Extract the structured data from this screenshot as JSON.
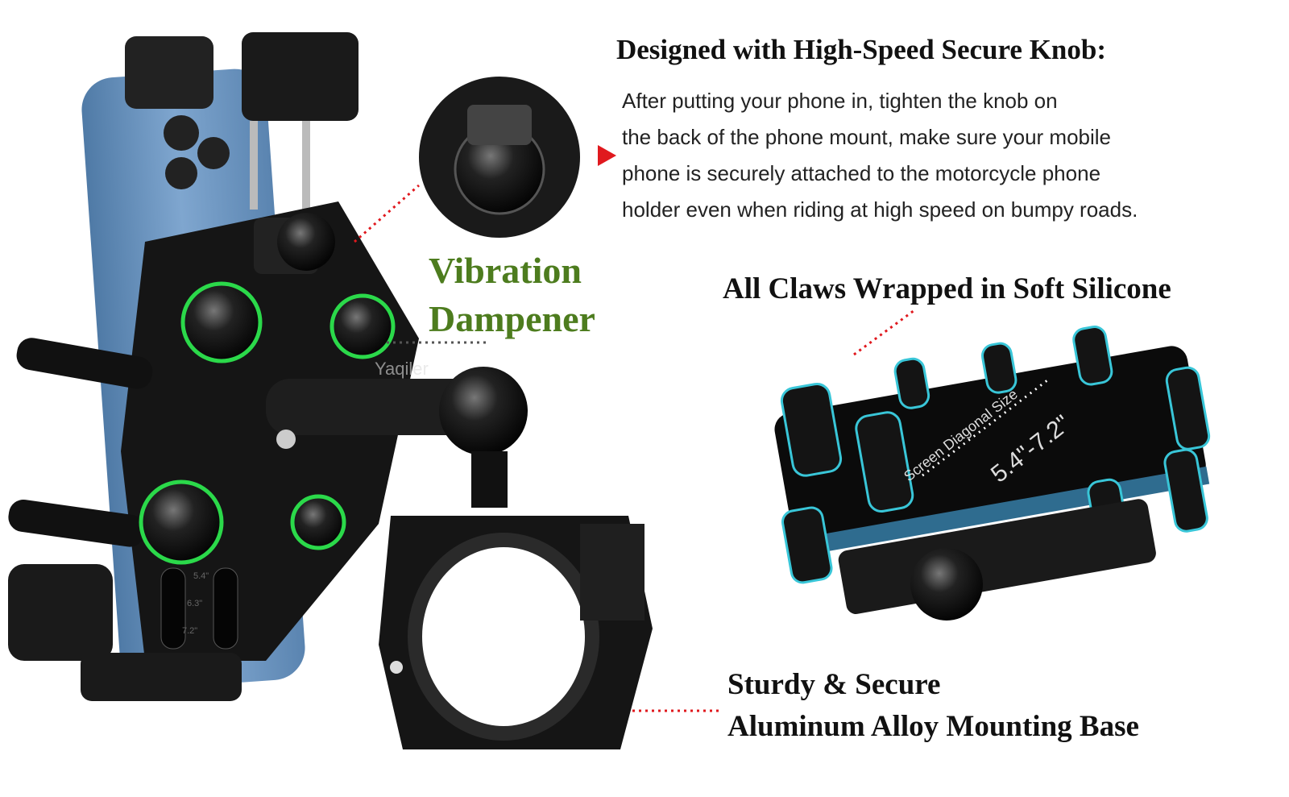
{
  "knob": {
    "title": "Designed with High-Speed Secure Knob:",
    "lines": [
      "After putting your phone in, tighten the knob on",
      "the back of the phone mount, make sure your mobile",
      "phone is securely attached to the motorcycle phone",
      "holder even when riding at high speed on bumpy roads."
    ]
  },
  "dampener": {
    "line1": "Vibration",
    "line2": "Dampener"
  },
  "claws": {
    "title": "All Claws Wrapped in Soft Silicone"
  },
  "base": {
    "line1": "Sturdy & Secure",
    "line2": "Aluminum Alloy Mounting Base"
  },
  "phone_size": {
    "label": "Screen Diagonal Size",
    "range": "5.4\"-7.2\""
  },
  "slot_marks": [
    "5.4\"",
    "6.3\"",
    "7.2\""
  ],
  "watermark": "Yaqiler",
  "colors": {
    "accent_red": "#e0191e",
    "green": "#4d7c1e",
    "phone_blue": "#6f98c2",
    "highlight_green": "#2bd94a",
    "cyan": "#39c6d8"
  }
}
